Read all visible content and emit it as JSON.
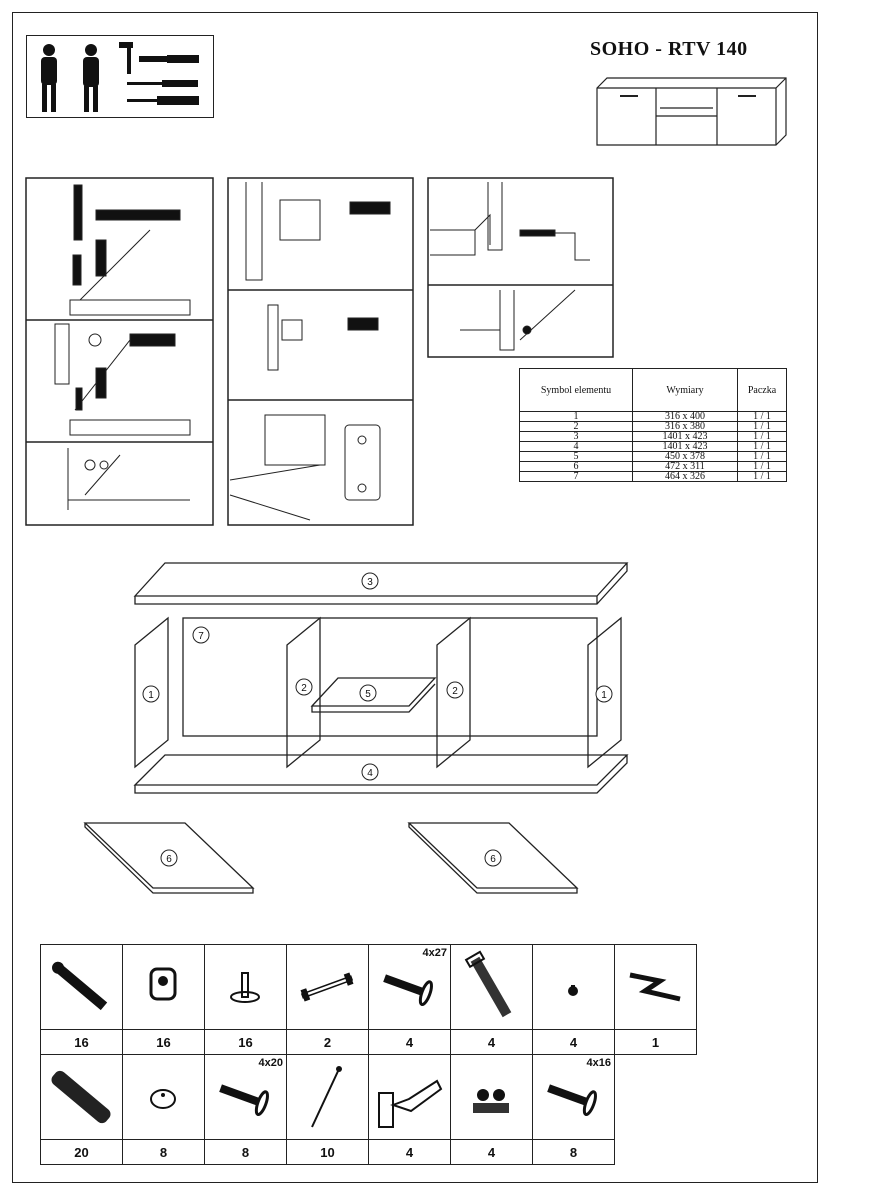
{
  "header": {
    "title": "SOHO - RTV 140"
  },
  "parts_table": {
    "headers": [
      "Symbol elementu",
      "Wymiary",
      "Paczka"
    ],
    "rows": [
      [
        "1",
        "316 x 400",
        "1 / 1"
      ],
      [
        "2",
        "316 x 380",
        "1 / 1"
      ],
      [
        "3",
        "1401 x 423",
        "1 / 1"
      ],
      [
        "4",
        "1401 x 423",
        "1 / 1"
      ],
      [
        "5",
        "450 x 378",
        "1 / 1"
      ],
      [
        "6",
        "472 x 311",
        "1 / 1"
      ],
      [
        "7",
        "464 x 326",
        "1 / 1"
      ]
    ]
  },
  "diagram_labels": {
    "top": "3",
    "bottom": "4",
    "back": "7",
    "side_left": "1",
    "side_right": "1",
    "divider_left": "2",
    "divider_right": "2",
    "shelf": "5",
    "door_left": "6",
    "door_right": "6"
  },
  "hardware": {
    "row1": [
      {
        "icon": "cam-bolt-icon",
        "size": "",
        "count": "16"
      },
      {
        "icon": "cam-lock-icon",
        "size": "",
        "count": "16"
      },
      {
        "icon": "shelf-pin-icon",
        "size": "",
        "count": "16"
      },
      {
        "icon": "handle-icon",
        "size": "",
        "count": "2"
      },
      {
        "icon": "screw-icon",
        "size": "4x27",
        "count": "4"
      },
      {
        "icon": "long-screw-icon",
        "size": "",
        "count": "4"
      },
      {
        "icon": "glide-icon",
        "size": "",
        "count": "4"
      },
      {
        "icon": "allen-key-icon",
        "size": "",
        "count": "1"
      }
    ],
    "row2": [
      {
        "icon": "dowel-icon",
        "size": "",
        "count": "20"
      },
      {
        "icon": "cap-icon",
        "size": "",
        "count": "8"
      },
      {
        "icon": "screw-icon",
        "size": "4x20",
        "count": "8"
      },
      {
        "icon": "nail-icon",
        "size": "",
        "count": "10"
      },
      {
        "icon": "hinge-icon",
        "size": "",
        "count": "4"
      },
      {
        "icon": "hinge-plate-icon",
        "size": "",
        "count": "4"
      },
      {
        "icon": "screw-icon",
        "size": "4x16",
        "count": "8"
      }
    ]
  }
}
